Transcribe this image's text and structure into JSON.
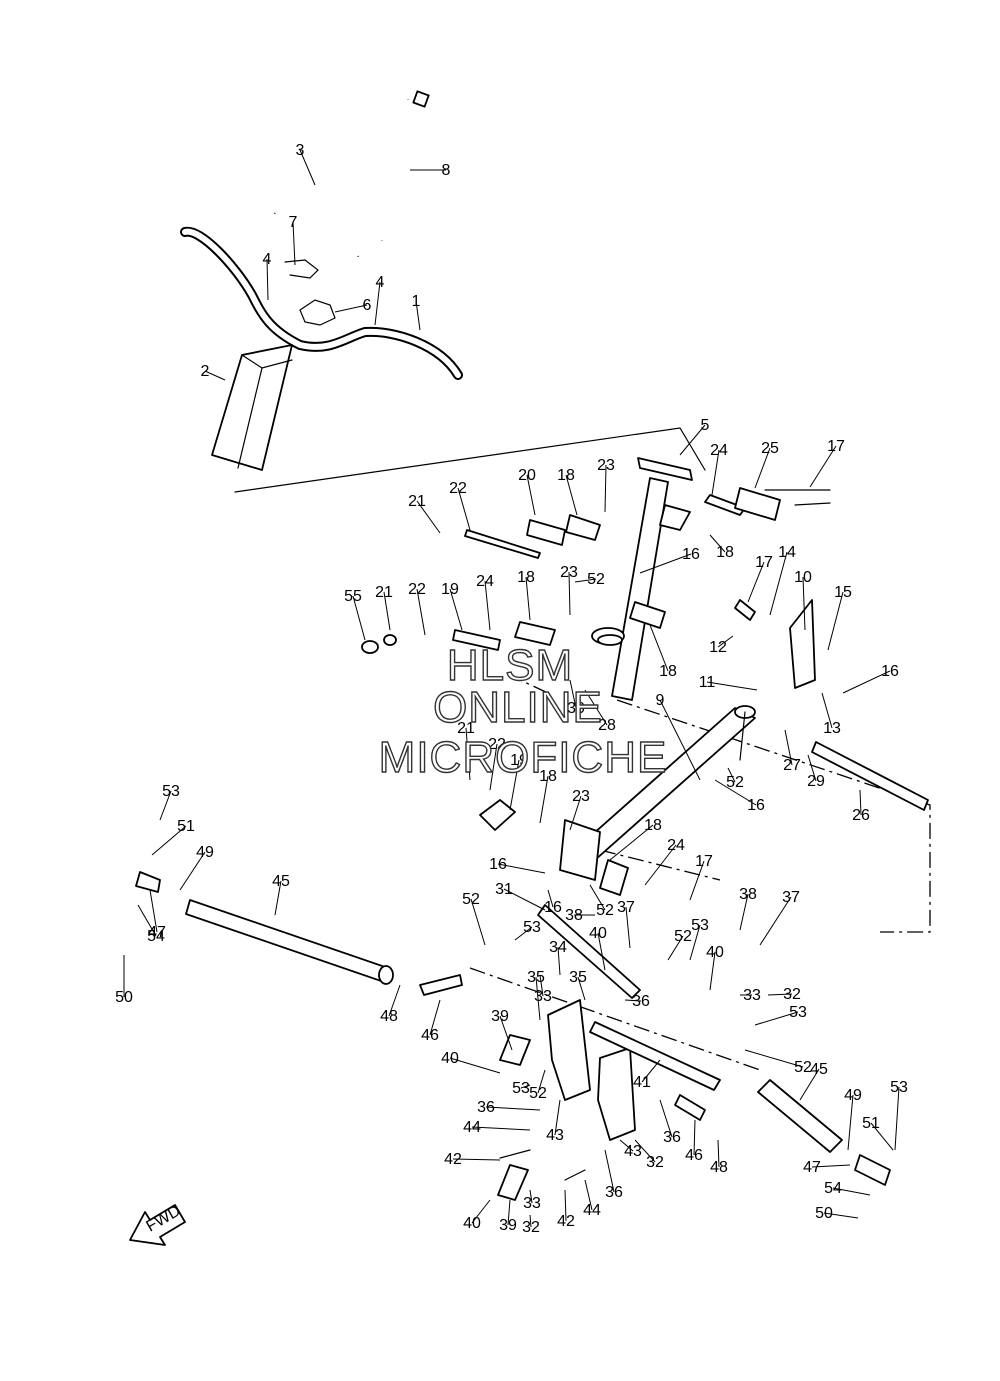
{
  "watermark": {
    "lines": [
      "HLSM",
      "ONLINE",
      "MICROFICHE"
    ]
  },
  "fwd_label": "FWD",
  "colors": {
    "line": "#000000",
    "background": "#ffffff",
    "watermark_fill": "#ffffff",
    "watermark_stroke": "#333333"
  },
  "callouts": [
    "1",
    "2",
    "3",
    "4",
    "4",
    "5",
    "6",
    "7",
    "8",
    "9",
    "10",
    "11",
    "12",
    "13",
    "14",
    "15",
    "16",
    "16",
    "16",
    "16",
    "16",
    "17",
    "17",
    "17",
    "18",
    "18",
    "18",
    "18",
    "18",
    "18",
    "19",
    "19",
    "20",
    "21",
    "21",
    "21",
    "22",
    "22",
    "22",
    "23",
    "23",
    "23",
    "24",
    "24",
    "24",
    "25",
    "26",
    "27",
    "28",
    "29",
    "30",
    "31",
    "32",
    "32",
    "32",
    "33",
    "33",
    "33",
    "34",
    "35",
    "35",
    "36",
    "36",
    "36",
    "36",
    "37",
    "37",
    "38",
    "38",
    "39",
    "39",
    "40",
    "40",
    "40",
    "40",
    "41",
    "42",
    "42",
    "43",
    "43",
    "44",
    "44",
    "45",
    "45",
    "46",
    "46",
    "47",
    "47",
    "48",
    "48",
    "49",
    "49",
    "50",
    "50",
    "51",
    "51",
    "52",
    "52",
    "52",
    "52",
    "52",
    "52",
    "52",
    "53",
    "53",
    "53",
    "53",
    "53",
    "53",
    "54",
    "54",
    "55"
  ]
}
